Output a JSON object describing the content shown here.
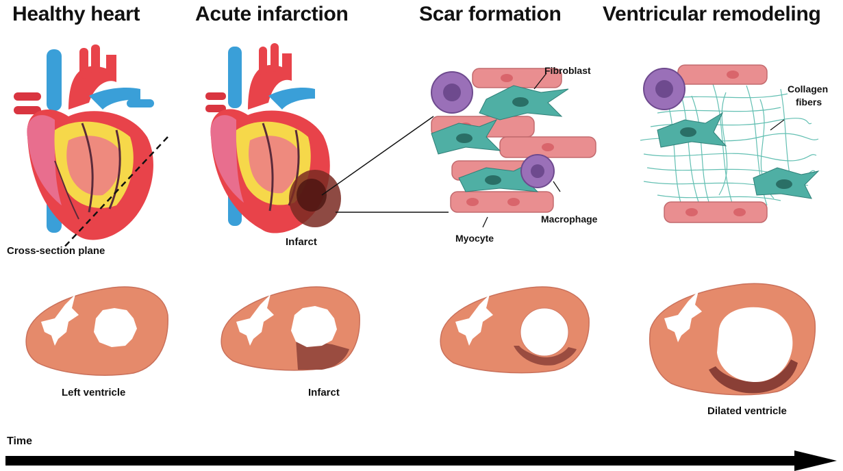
{
  "stages": [
    {
      "title": "Healthy heart"
    },
    {
      "title": "Acute infarction"
    },
    {
      "title": "Scar formation"
    },
    {
      "title": "Ventricular remodeling"
    }
  ],
  "labels": {
    "cross_section": "Cross-section plane",
    "infarct_top": "Infarct",
    "fibroblast": "Fibroblast",
    "macrophage": "Macrophage",
    "myocyte": "Myocyte",
    "collagen_line1": "Collagen",
    "collagen_line2": "fibers",
    "left_ventricle": "Left ventricle",
    "infarct_bottom": "Infarct",
    "dilated_ventricle": "Dilated ventricle",
    "time": "Time"
  },
  "colors": {
    "myocardium": "#E58A6B",
    "infarct_dark": "#9A4C40",
    "heart_red": "#E8434A",
    "heart_pink": "#E86E8E",
    "vessel_blue": "#3A9FD8",
    "fat_yellow": "#F6D84A",
    "fibroblast_teal": "#4FAFA4",
    "macrophage_purple": "#9A70B8",
    "myocyte_pink": "#E98E90",
    "arrow": "#000000"
  }
}
